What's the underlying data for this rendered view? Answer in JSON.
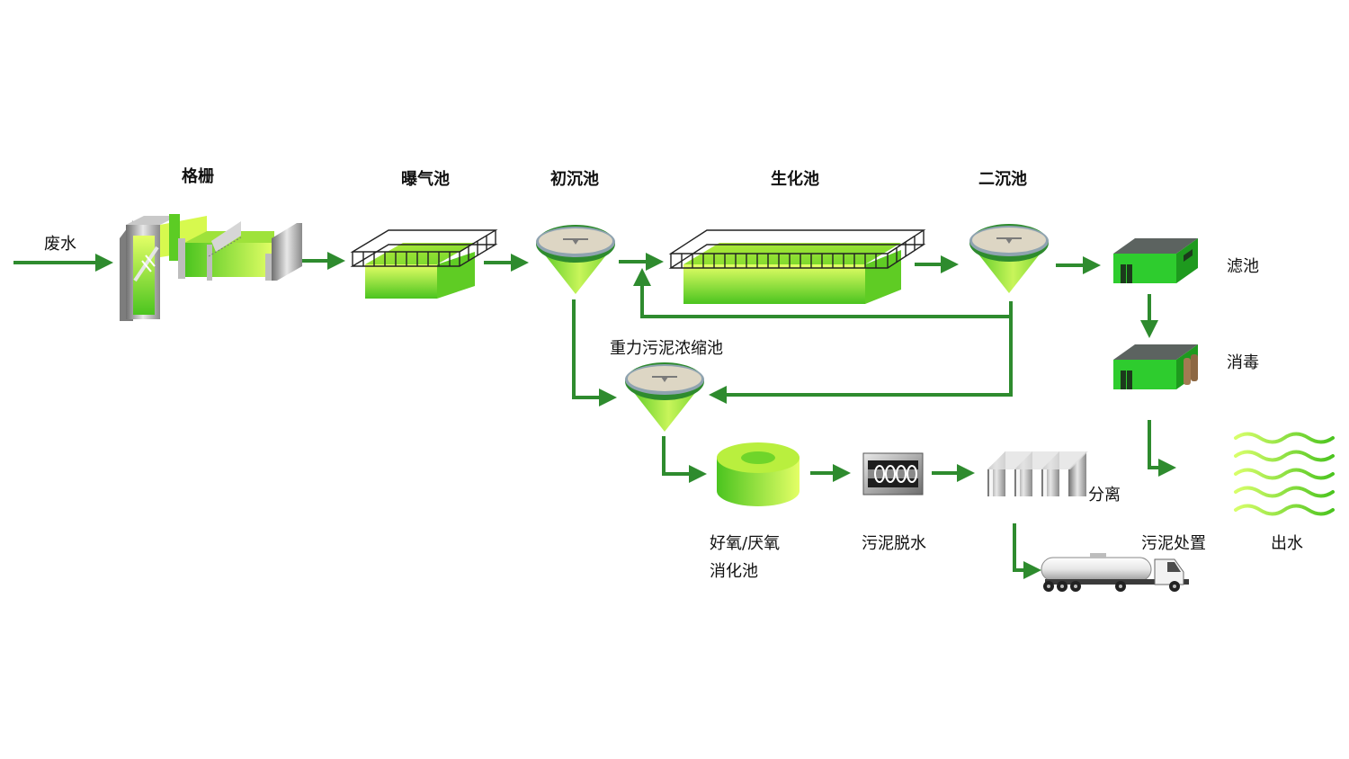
{
  "colors": {
    "flow": "#2e8b2e",
    "liquid_light": "#e4ff66",
    "liquid_dark": "#4bc41f",
    "concrete": "#9e9e9e",
    "building": "#2ecc2e",
    "roof": "#5c6360"
  },
  "labels": {
    "wastewater": "废水",
    "screen": "格栅",
    "aeration": "曝气池",
    "primary": "初沉池",
    "bio": "生化池",
    "secondary": "二沉池",
    "filter": "滤池",
    "disinfect": "消毒",
    "thickener": "重力污泥浓缩池",
    "digester_1": "好氧/厌氧",
    "digester_2": "消化池",
    "dewater": "污泥脱水",
    "separation": "分离",
    "disposal": "污泥处置",
    "outflow": "出水"
  },
  "icons": {
    "screen": "bar-screen-channel-icon",
    "aeration": "aeration-tank-icon",
    "primary": "primary-clarifier-icon",
    "bio": "biological-tank-icon",
    "secondary": "secondary-clarifier-icon",
    "filter": "filter-building-icon",
    "disinfect": "disinfection-building-icon",
    "thickener": "gravity-thickener-icon",
    "digester": "digester-ring-icon",
    "dewater": "screw-press-icon",
    "separation": "separation-channels-icon",
    "disposal": "sludge-tanker-truck-icon",
    "outflow": "water-waves-icon"
  }
}
